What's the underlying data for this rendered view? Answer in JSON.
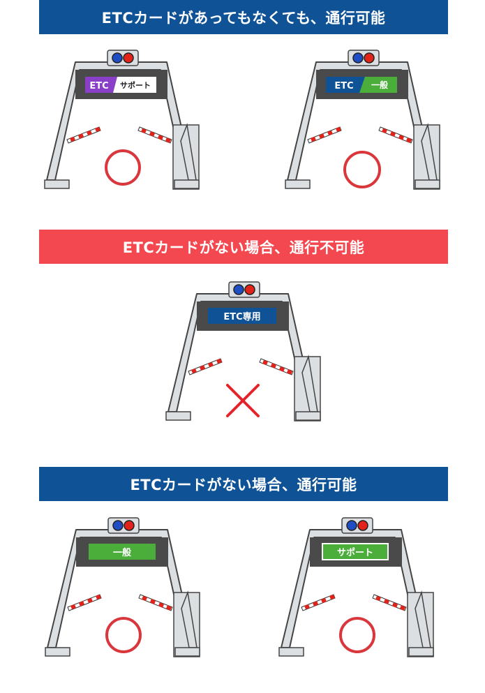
{
  "colors": {
    "blue_banner": "#0f5396",
    "red_banner": "#f34850",
    "sign_purple": "#8a3fc8",
    "sign_blue": "#0f5396",
    "sign_green": "#4cae3a",
    "ok_circle": "#d9373c",
    "ng_cross": "#e4232a",
    "frame": "#444444"
  },
  "sections": [
    {
      "banner": "ETCカードがあってもなくても、通行可能",
      "gates": [
        {
          "sign": {
            "kind": "split",
            "left": "ETC",
            "right": "サポート"
          },
          "mark": "circle"
        },
        {
          "sign": {
            "kind": "split",
            "left": "ETC",
            "right": "一般"
          },
          "mark": "circle"
        }
      ]
    },
    {
      "banner": "ETCカードがない場合、通行不可能",
      "gates": [
        {
          "sign": {
            "kind": "solid",
            "text": "ETC専用"
          },
          "mark": "cross"
        }
      ]
    },
    {
      "banner": "ETCカードがない場合、通行可能",
      "gates": [
        {
          "sign": {
            "kind": "solid",
            "text": "一般"
          },
          "mark": "circle"
        },
        {
          "sign": {
            "kind": "outline",
            "text": "サポート"
          },
          "mark": "circle"
        }
      ]
    }
  ]
}
